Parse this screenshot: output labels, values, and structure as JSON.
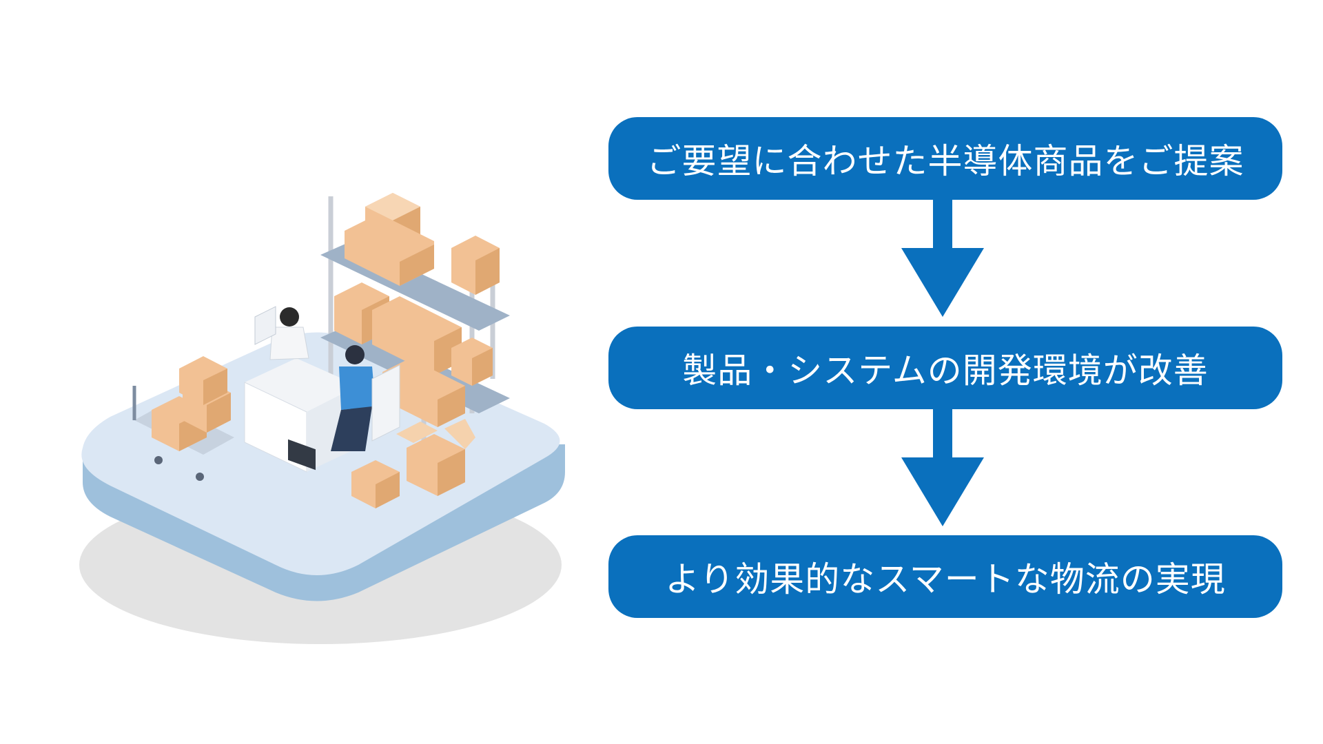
{
  "flow": {
    "steps": [
      {
        "label": "ご要望に合わせた半導体商品をご提案"
      },
      {
        "label": "製品・システムの開発環境が改善"
      },
      {
        "label": "より効果的なスマートな物流の実現"
      }
    ]
  },
  "colors": {
    "step_fill": "#0a70bd",
    "step_text": "#ffffff",
    "platform_top": "#dbe7f4",
    "platform_side": "#9ec0dc",
    "box": "#f2c194"
  },
  "illustration": {
    "icon": "warehouse-office-isometric-icon"
  }
}
